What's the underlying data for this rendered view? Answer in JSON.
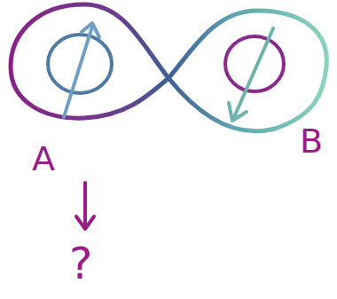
{
  "diagram": {
    "labels": [
      "A",
      "B",
      "?"
    ]
  }
}
